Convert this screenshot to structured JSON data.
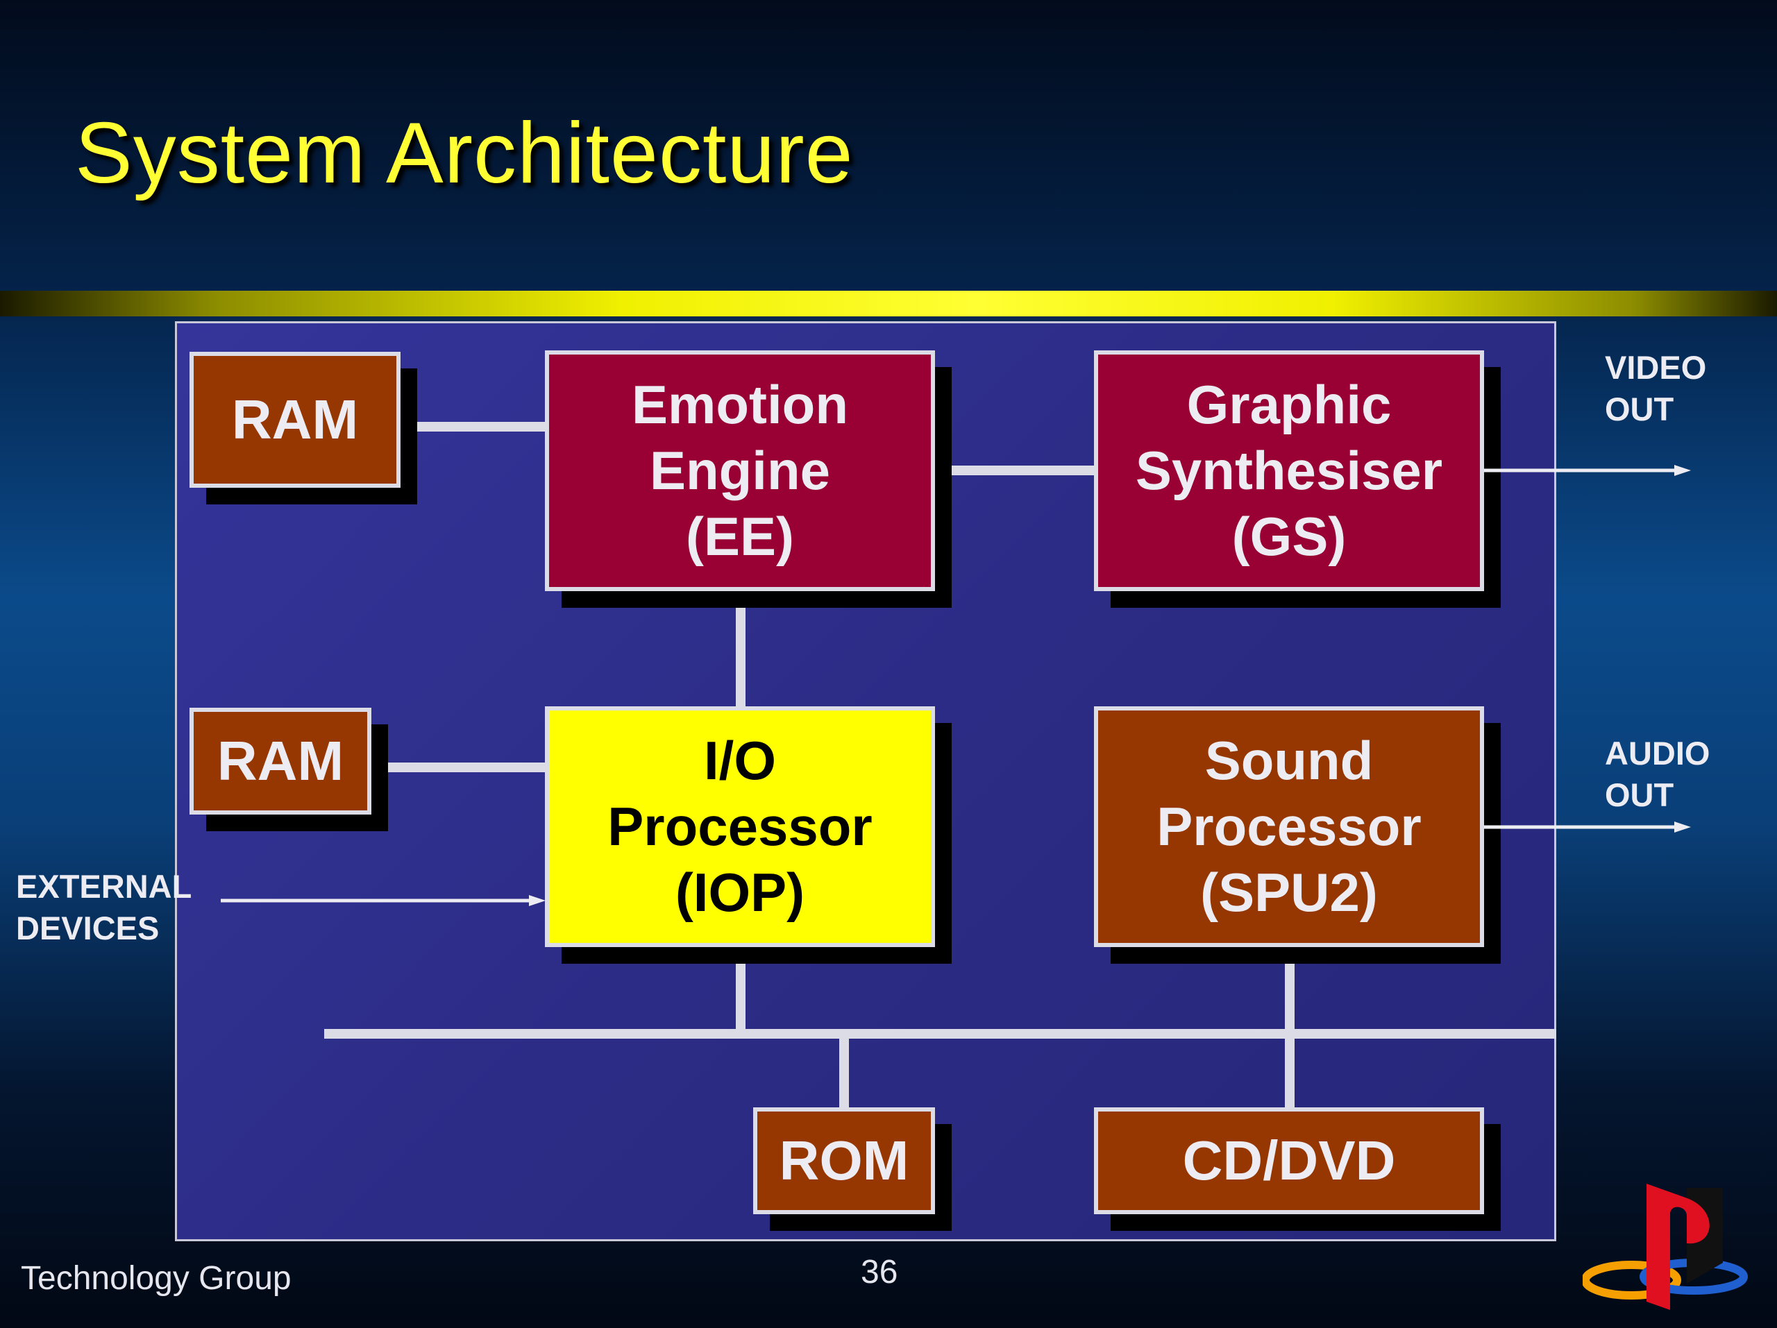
{
  "slide": {
    "title": "System Architecture",
    "footer_left": "Technology Group",
    "page_number": "36"
  },
  "diagram": {
    "ram_top": "RAM",
    "emotion_engine": [
      "Emotion",
      "Engine",
      "(EE)"
    ],
    "graphic_synthesiser": [
      "Graphic",
      "Synthesiser",
      "(GS)"
    ],
    "ram_bottom": "RAM",
    "io_processor": [
      "I/O",
      "Processor",
      "(IOP)"
    ],
    "sound_processor": [
      "Sound",
      "Processor",
      "(SPU2)"
    ],
    "rom": "ROM",
    "cd_dvd": "CD/DVD",
    "video_out": [
      "VIDEO",
      "OUT"
    ],
    "audio_out": [
      "AUDIO",
      "OUT"
    ],
    "external_devices": [
      "EXTERNAL",
      "DEVICES"
    ]
  },
  "colors": {
    "title": "#ffff33",
    "rust_box": "#963600",
    "crimson_box": "#990033",
    "iop_box": "#ffff00",
    "panel": "#2c2c86"
  },
  "icons": {
    "logo": "playstation-logo"
  }
}
